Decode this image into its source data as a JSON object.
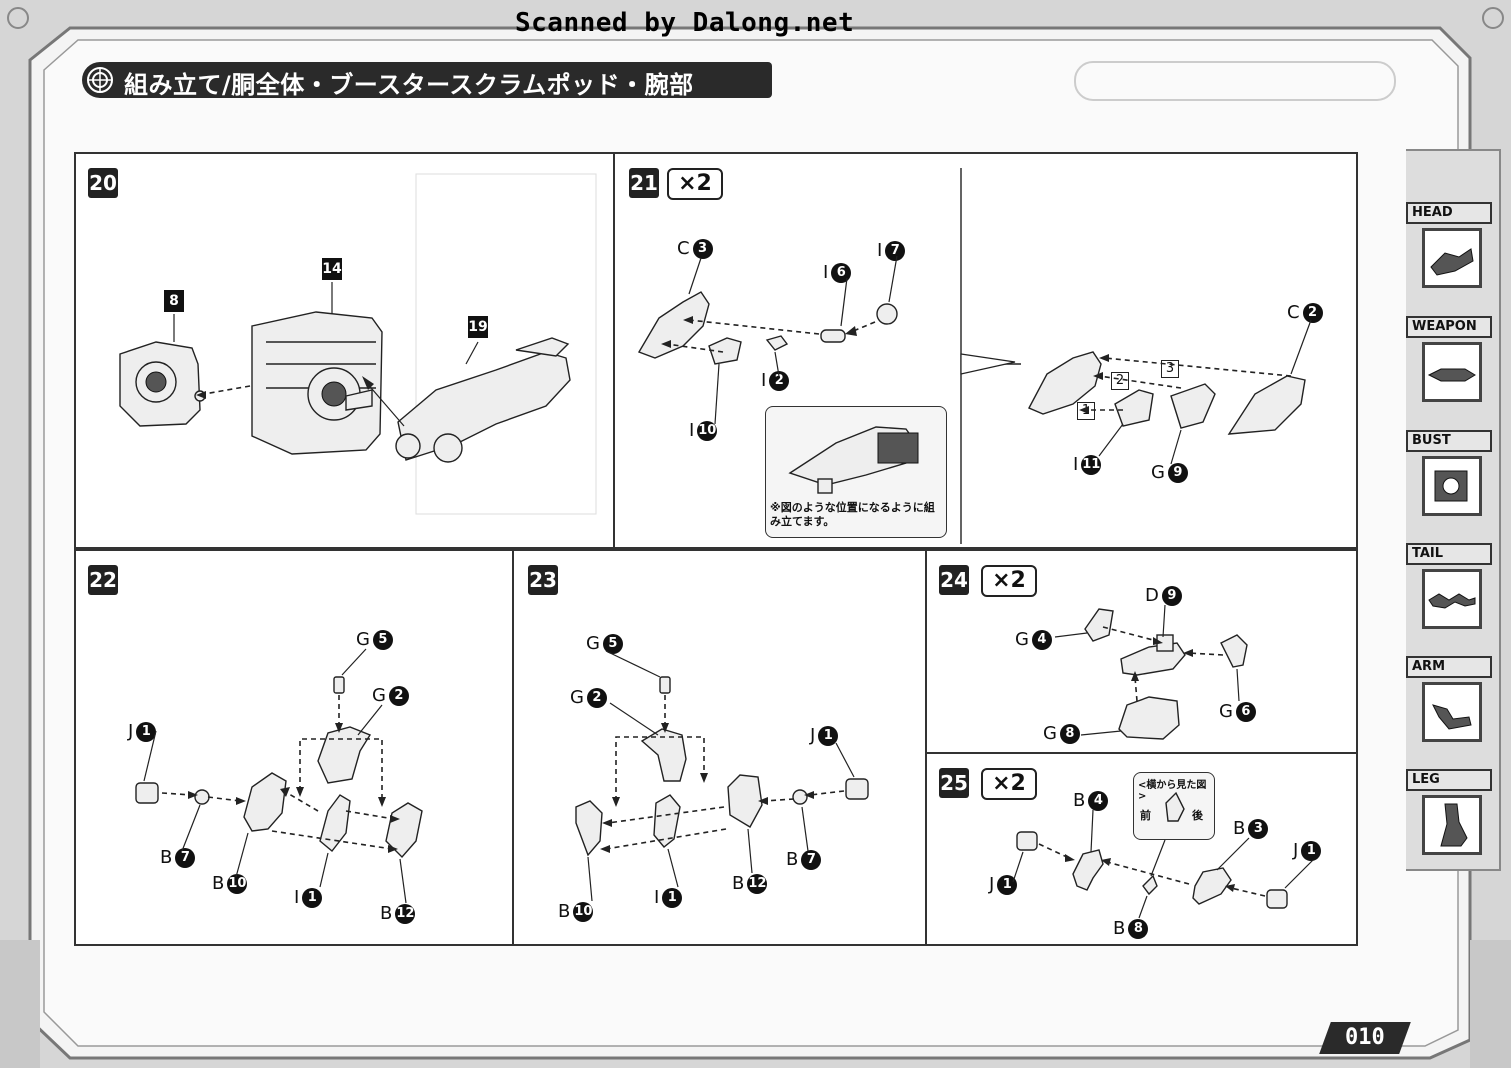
{
  "scan_credit": "Scanned by Dalong.net",
  "title": "組み立て/胴全体・ブースタースクラムポッド・腕部",
  "page_number": "010",
  "side_tabs": [
    {
      "label": "HEAD"
    },
    {
      "label": "WEAPON"
    },
    {
      "label": "BUST"
    },
    {
      "label": "TAIL"
    },
    {
      "label": "ARM"
    },
    {
      "label": "LEG"
    }
  ],
  "steps": {
    "s20": {
      "number": "20",
      "parts": [
        "8",
        "14",
        "19"
      ]
    },
    "s21": {
      "number": "21",
      "multiplier": "×2",
      "labels": {
        "c3": {
          "letter": "C",
          "num": "3"
        },
        "i7": {
          "letter": "I",
          "num": "7"
        },
        "i6": {
          "letter": "I",
          "num": "6"
        },
        "i2": {
          "letter": "I",
          "num": "2"
        },
        "i10": {
          "letter": "I",
          "num": "10"
        },
        "c2": {
          "letter": "C",
          "num": "2"
        },
        "i11": {
          "letter": "I",
          "num": "11"
        },
        "g9": {
          "letter": "G",
          "num": "9"
        }
      },
      "order": [
        "1",
        "2",
        "3"
      ],
      "note": "※図のような位置になるように組み立てます。"
    },
    "s22": {
      "number": "22",
      "labels": {
        "g5": {
          "letter": "G",
          "num": "5"
        },
        "g2": {
          "letter": "G",
          "num": "2"
        },
        "j1": {
          "letter": "J",
          "num": "1"
        },
        "b7": {
          "letter": "B",
          "num": "7"
        },
        "b10": {
          "letter": "B",
          "num": "10"
        },
        "i1": {
          "letter": "I",
          "num": "1"
        },
        "b12": {
          "letter": "B",
          "num": "12"
        }
      }
    },
    "s23": {
      "number": "23",
      "labels": {
        "g5": {
          "letter": "G",
          "num": "5"
        },
        "g2": {
          "letter": "G",
          "num": "2"
        },
        "j1": {
          "letter": "J",
          "num": "1"
        },
        "b7": {
          "letter": "B",
          "num": "7"
        },
        "b10": {
          "letter": "B",
          "num": "10"
        },
        "i1": {
          "letter": "I",
          "num": "1"
        },
        "b12": {
          "letter": "B",
          "num": "12"
        }
      }
    },
    "s24": {
      "number": "24",
      "multiplier": "×2",
      "labels": {
        "d9": {
          "letter": "D",
          "num": "9"
        },
        "g4": {
          "letter": "G",
          "num": "4"
        },
        "g6": {
          "letter": "G",
          "num": "6"
        },
        "g8": {
          "letter": "G",
          "num": "8"
        }
      }
    },
    "s25": {
      "number": "25",
      "multiplier": "×2",
      "side_view_title": "<横から見た図>",
      "front": "前",
      "back": "後",
      "labels": {
        "b4": {
          "letter": "B",
          "num": "4"
        },
        "b3": {
          "letter": "B",
          "num": "3"
        },
        "j1a": {
          "letter": "J",
          "num": "1"
        },
        "j1b": {
          "letter": "J",
          "num": "1"
        },
        "b8": {
          "letter": "B",
          "num": "8"
        }
      }
    }
  }
}
